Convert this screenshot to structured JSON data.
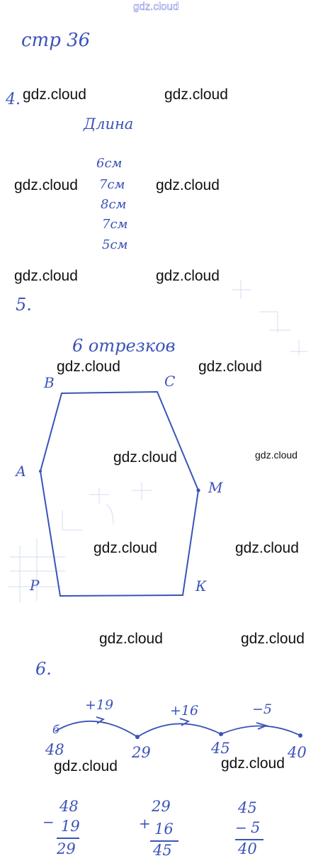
{
  "site_watermark": "gdz.cloud",
  "page_heading": "стр 36",
  "task4": {
    "number": "4.",
    "title": "Длина",
    "lengths": [
      "6см",
      "7см",
      "8см",
      "7см",
      "5см"
    ]
  },
  "task5": {
    "number": "5.",
    "answer": "6 отрезков",
    "vertices": [
      "В",
      "С",
      "А",
      "М",
      "Р",
      "К"
    ]
  },
  "task6": {
    "number": "6.",
    "steps": [
      "+19",
      "+16",
      "−5"
    ],
    "points": [
      "48",
      "29",
      "45",
      "40"
    ],
    "start_mark": "б",
    "calc1": {
      "sign": "−",
      "top": "48",
      "bottom": "19",
      "result": "29"
    },
    "calc2": {
      "sign": "+",
      "top": "29",
      "bottom": "16",
      "result": "45"
    },
    "calc3": {
      "sign": "−",
      "top": "45",
      "bottom": "5",
      "result": "40"
    }
  },
  "colors": {
    "ink": "#3b53b8",
    "watermark": "#111111"
  }
}
